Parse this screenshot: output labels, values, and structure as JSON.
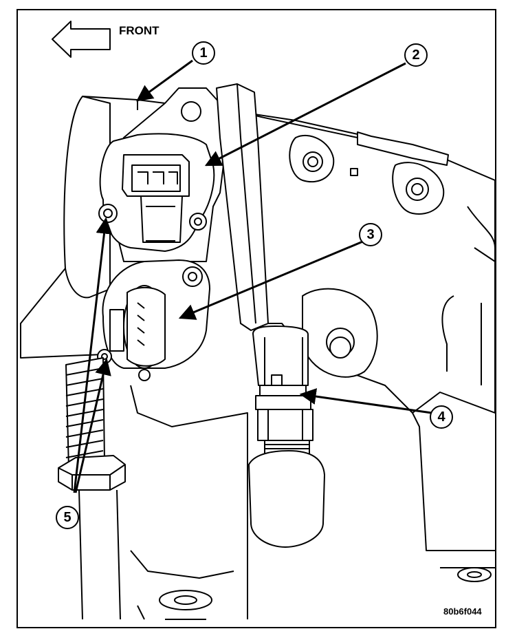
{
  "direction": {
    "label": "FRONT",
    "icon": "arrow-left-icon"
  },
  "callouts": [
    "1",
    "2",
    "3",
    "4",
    "5"
  ],
  "figure_id": "80b6f044"
}
